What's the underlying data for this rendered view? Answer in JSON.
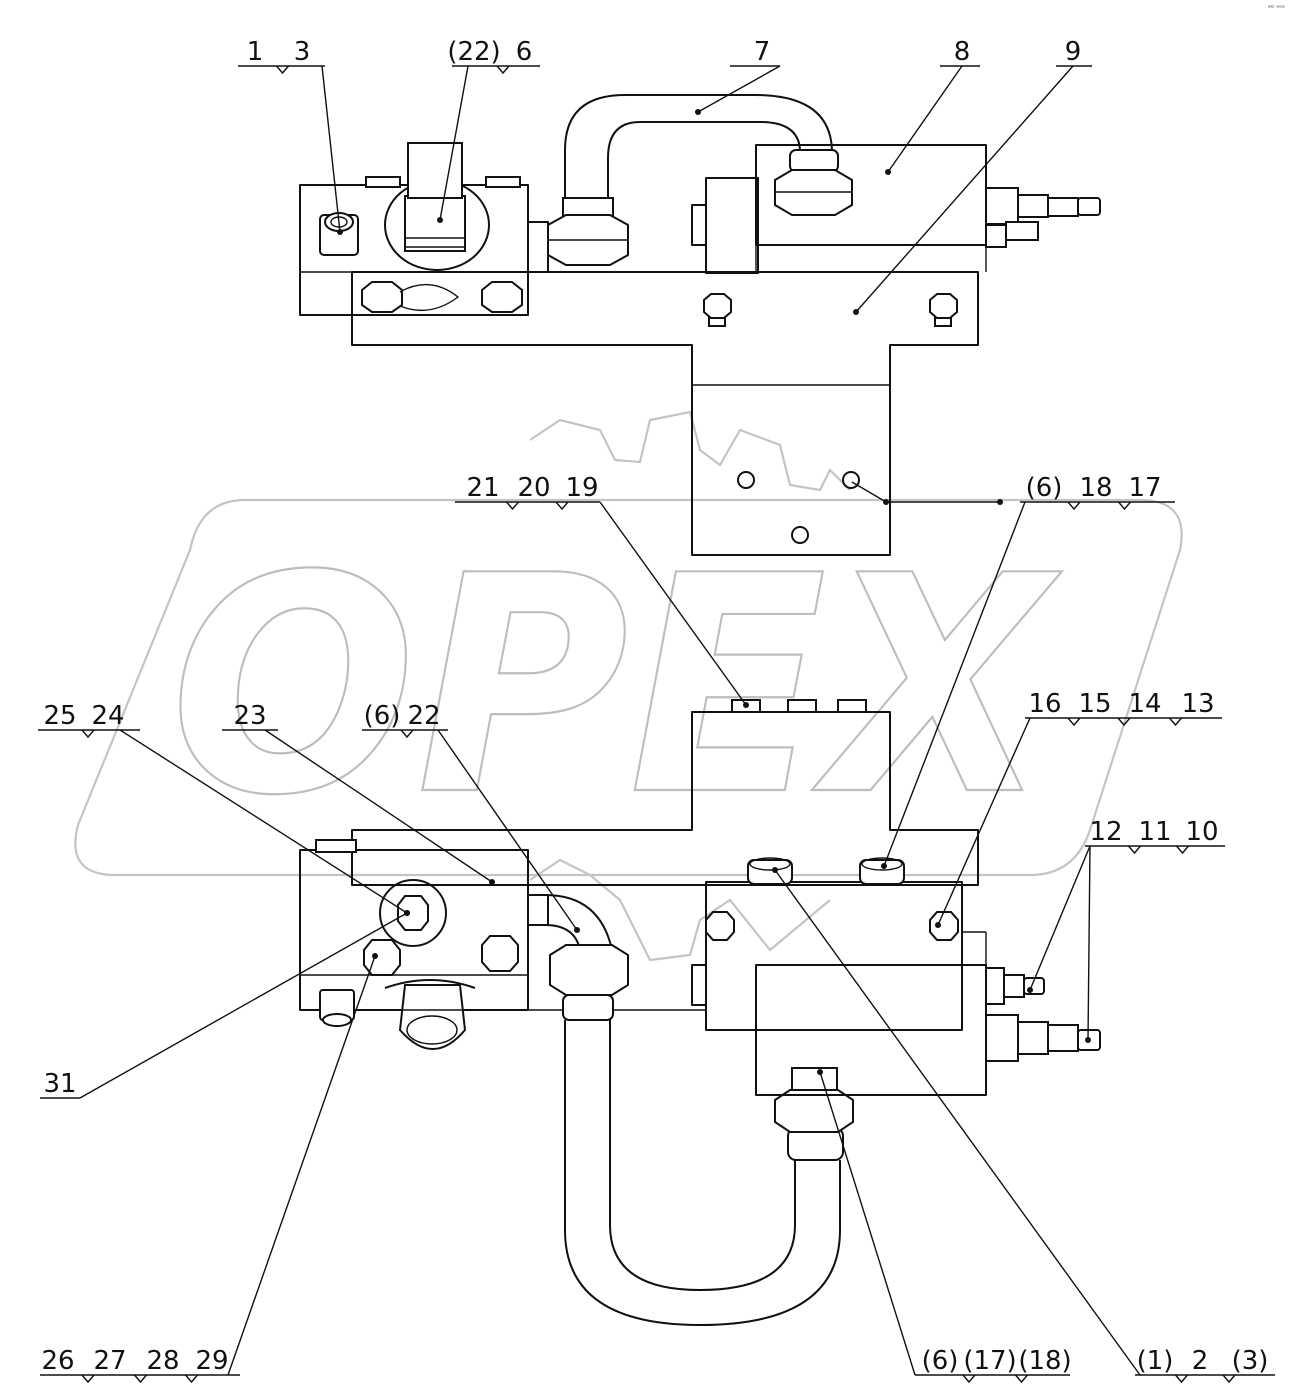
{
  "corner_mark": "ᵃᴳ ᵒᵒᵒ",
  "watermark": {
    "text": "OPEX"
  },
  "callouts": [
    {
      "id": "c-1-3",
      "labels": [
        "1",
        "3"
      ]
    },
    {
      "id": "c-22-6",
      "labels": [
        "(22)",
        "6"
      ]
    },
    {
      "id": "c-7",
      "labels": [
        "7"
      ]
    },
    {
      "id": "c-8",
      "labels": [
        "8"
      ]
    },
    {
      "id": "c-9",
      "labels": [
        "9"
      ]
    },
    {
      "id": "c-21-20-19",
      "labels": [
        "21",
        "20",
        "19"
      ]
    },
    {
      "id": "c-6-18-17",
      "labels": [
        "(6)",
        "18",
        "17"
      ]
    },
    {
      "id": "c-25-24",
      "labels": [
        "25",
        "24"
      ]
    },
    {
      "id": "c-23",
      "labels": [
        "23"
      ]
    },
    {
      "id": "c-6-22",
      "labels": [
        "(6)",
        "22"
      ]
    },
    {
      "id": "c-16-15-14-13",
      "labels": [
        "16",
        "15",
        "14",
        "13"
      ]
    },
    {
      "id": "c-12-11-10",
      "labels": [
        "12",
        "11",
        "10"
      ]
    },
    {
      "id": "c-31",
      "labels": [
        "31"
      ]
    },
    {
      "id": "c-26-29",
      "labels": [
        "26",
        "27",
        "28",
        "29"
      ]
    },
    {
      "id": "c-6-17-18",
      "labels": [
        "(6)",
        "(17)",
        "(18)"
      ]
    },
    {
      "id": "c-1-2-3",
      "labels": [
        "(1)",
        "2",
        "(3)"
      ]
    }
  ]
}
